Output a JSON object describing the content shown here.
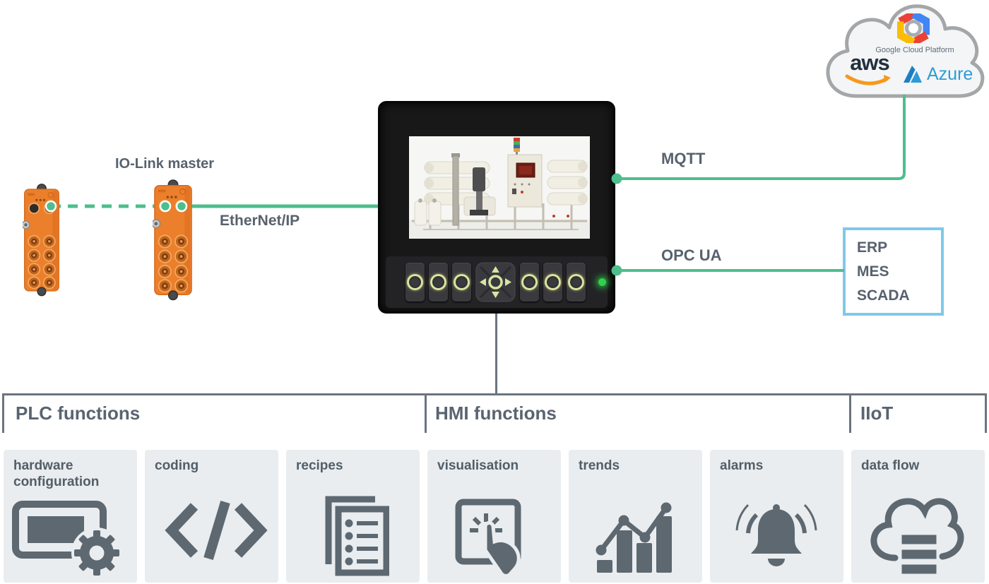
{
  "diagram": {
    "io_link_label": "IO-Link master",
    "ethernet_label": "EtherNet/IP",
    "mqtt_label": "MQTT",
    "opcua_label": "OPC UA"
  },
  "cloud": {
    "gcp_label": "Google Cloud Platform",
    "aws_label": "aws",
    "azure_label": "Azure"
  },
  "enterprise": {
    "items": [
      "ERP",
      "MES",
      "SCADA"
    ]
  },
  "sections": [
    {
      "title": "PLC functions"
    },
    {
      "title": "HMI functions"
    },
    {
      "title": "IIoT"
    }
  ],
  "tiles": [
    {
      "label": "hardware configuration",
      "icon": "panel-gear-icon",
      "section": "PLC functions"
    },
    {
      "label": "coding",
      "icon": "code-brackets-icon",
      "section": "PLC functions"
    },
    {
      "label": "recipes",
      "icon": "recipe-list-icon",
      "section": "PLC functions"
    },
    {
      "label": "visualisation",
      "icon": "touchscreen-icon",
      "section": "HMI functions"
    },
    {
      "label": "trends",
      "icon": "trend-chart-icon",
      "section": "HMI functions"
    },
    {
      "label": "alarms",
      "icon": "alarm-bell-icon",
      "section": "HMI functions"
    },
    {
      "label": "data flow",
      "icon": "cloud-database-icon",
      "section": "IIoT"
    }
  ],
  "colors": {
    "accent_green": "#4DBE8C",
    "line_gray": "#6B7480",
    "text_gray": "#57626E",
    "tile_bg": "#E9EDF0",
    "icon_gray": "#5D6871",
    "erp_border_blue": "#7FC9E8",
    "device_orange": "#EC7F2B",
    "aws_orange": "#F7981D",
    "azure_blue": "#2E9BD6",
    "gcp_red": "#EA4335",
    "gcp_blue": "#4285F4",
    "gcp_yellow": "#FBBC05",
    "led_green": "#2FD04B"
  }
}
